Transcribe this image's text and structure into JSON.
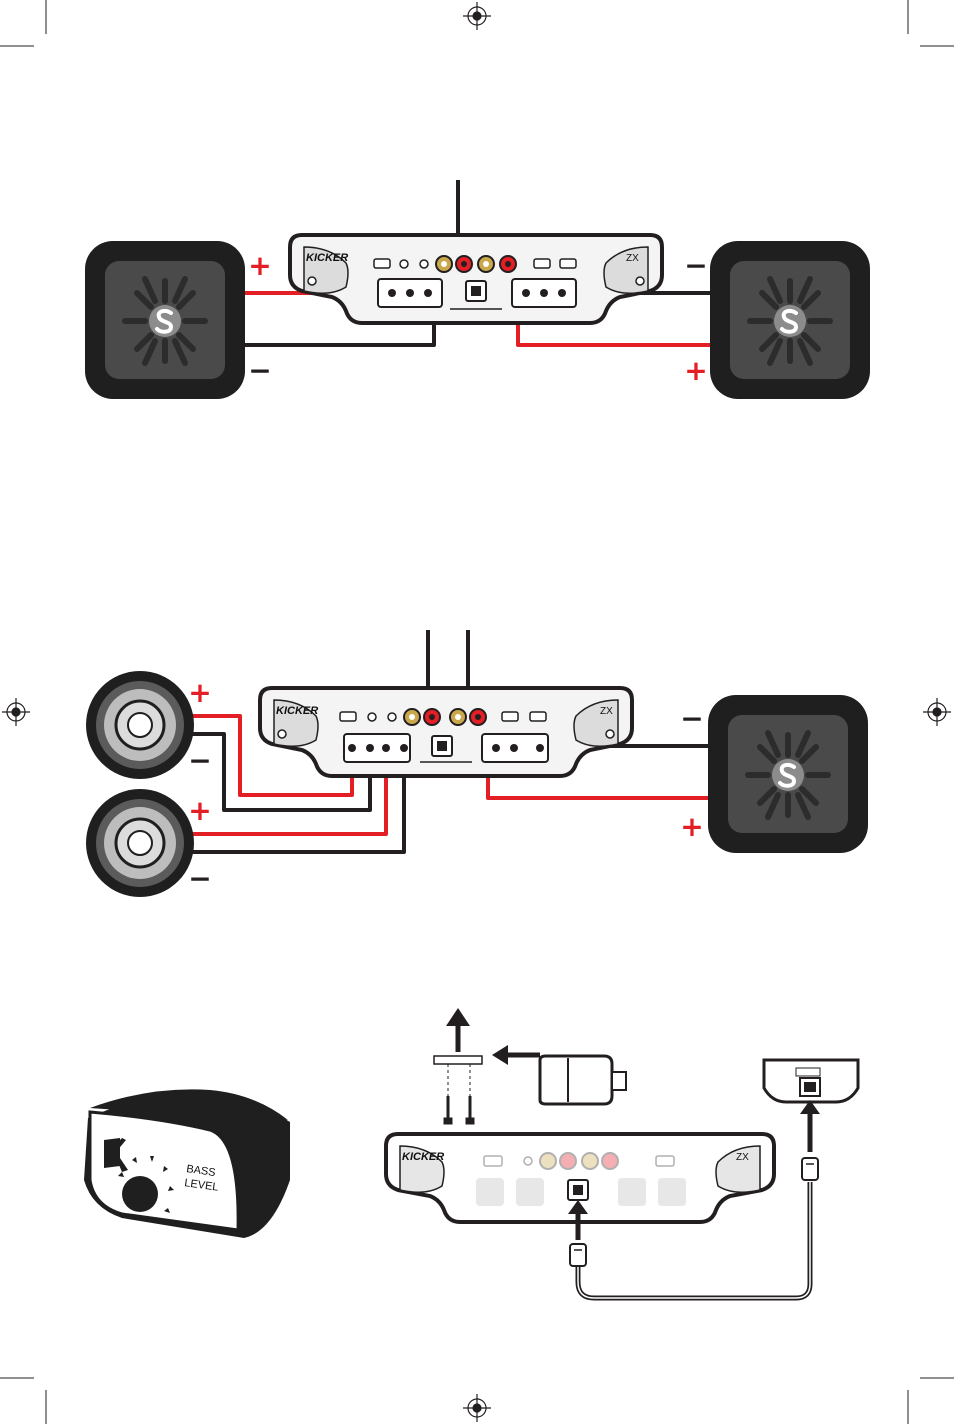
{
  "amp": {
    "brand": "KICKER",
    "model": "ZX"
  },
  "remote": {
    "label_line1": "BASS",
    "label_line2": "LEVEL"
  },
  "colors": {
    "positive_wire": "#e31e24",
    "negative_wire": "#231f20",
    "sub_grille": "#4a4a4a",
    "sub_frame": "#1f1f1f",
    "amp_panel": "#f4f4f4",
    "faded": "#d9d9d9"
  },
  "diagrams": [
    {
      "id": "stereo-subwoofer-wiring",
      "speakers": [
        "square-subwoofer-left",
        "square-subwoofer-right"
      ],
      "inputs": 1
    },
    {
      "id": "speaker-and-subwoofer-wiring",
      "speakers": [
        "round-speaker-top",
        "round-speaker-bottom",
        "square-subwoofer-right"
      ],
      "inputs": 2
    },
    {
      "id": "bass-remote-installation",
      "parts": [
        "bass-level-remote",
        "mounting-bracket",
        "screws",
        "remote-cable",
        "remote-jack"
      ]
    }
  ],
  "polarity": {
    "positive": "+",
    "negative": "−"
  }
}
